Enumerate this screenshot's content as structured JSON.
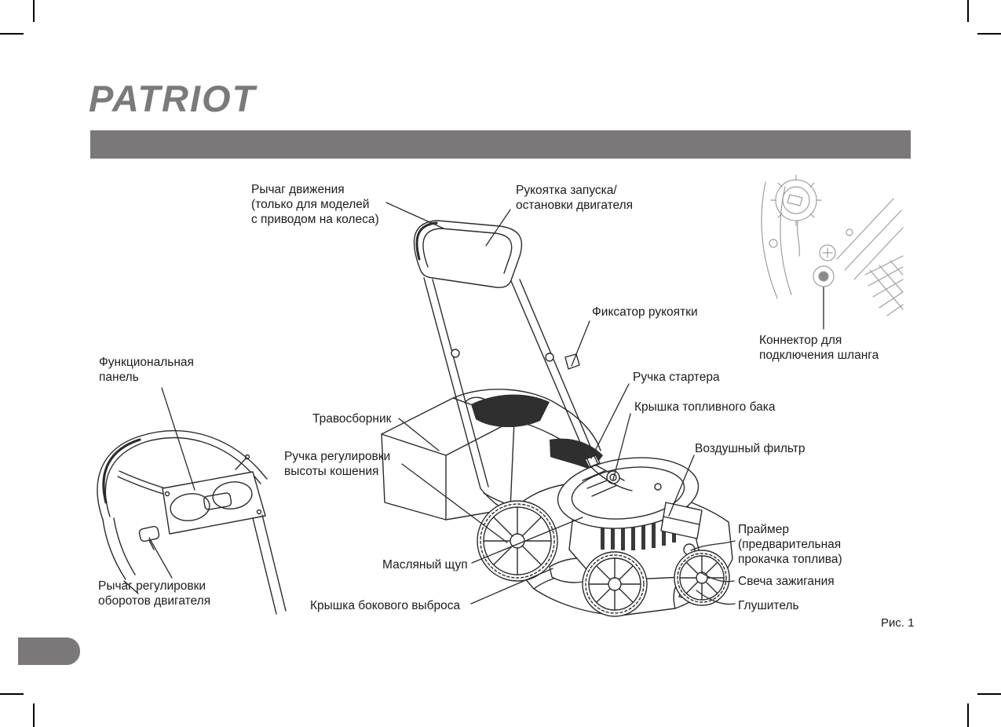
{
  "brand": "PATRIOT",
  "figure": {
    "caption": "Рис. 1"
  },
  "labels": {
    "drive_lever": "Рычаг движения\n(только для моделей\nс приводом на колеса)",
    "start_stop_handle": "Рукоятка запуска/\nостановки двигателя",
    "handle_lock": "Фиксатор рукоятки",
    "hose_connector": "Коннектор для\nподключения шланга",
    "functional_panel": "Функциональная\nпанель",
    "starter_handle": "Ручка стартера",
    "fuel_tank_cap": "Крышка топливного бака",
    "grass_catcher": "Травосборник",
    "air_filter": "Воздушный фильтр",
    "cutting_height_handle": "Ручка регулировки\nвысоты кошения",
    "primer": "Праймер\n(предварительная\nпрокачка топлива)",
    "spark_plug": "Свеча зажигания",
    "oil_dipstick": "Масляный щуп",
    "muffler": "Глушитель",
    "engine_speed_lever": "Рычаг регулировки\nоборотов двигателя",
    "side_discharge_cover": "Крышка бокового выброса"
  },
  "colors": {
    "brand_gray": "#7b7879",
    "line_black": "#2b2b2b",
    "inset_gray": "#9f9f9f"
  }
}
